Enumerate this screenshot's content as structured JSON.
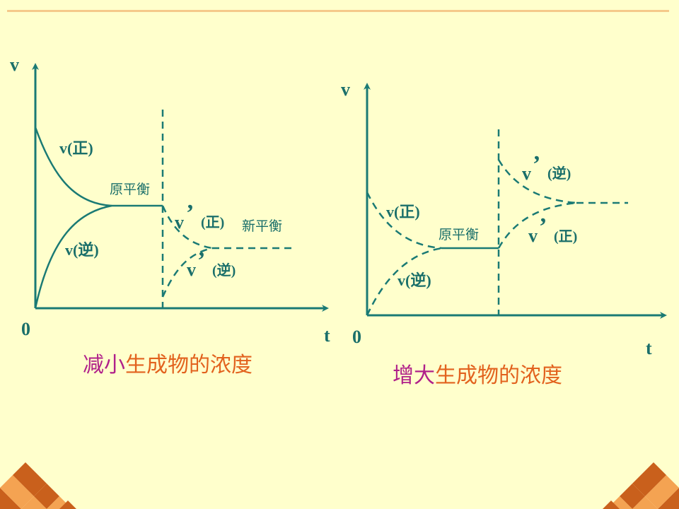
{
  "colors": {
    "background": "#FFFFCC",
    "line": "#1A7A74",
    "text": "#1A6F6A",
    "top_rule": "#F5C98A",
    "caption_magenta": "#B0208A",
    "caption_orange": "#E2621E",
    "corner_dark": "#C9601C",
    "corner_light": "#F4A352"
  },
  "left": {
    "y_axis_label": "v",
    "x_axis_label": "t",
    "origin_label": "0",
    "forward_label": "v(正)",
    "reverse_label": "v(逆)",
    "original_equilibrium": "原平衡",
    "new_forward_v": "v",
    "new_forward_mark": "’",
    "new_forward_paren": "(正)",
    "new_reverse_v": "v",
    "new_reverse_mark": "’",
    "new_reverse_paren": "(逆)",
    "new_equilibrium": "新平衡",
    "caption_part1": "减小",
    "caption_part2": "生成物的浓度"
  },
  "right": {
    "y_axis_label": "v",
    "x_axis_label": "t",
    "origin_label": "0",
    "forward_label": "v(正)",
    "reverse_label": "v(逆)",
    "original_equilibrium": "原平衡",
    "new_reverse_v": "v",
    "new_reverse_mark": "’",
    "new_reverse_paren": "(逆)",
    "new_forward_v": "v",
    "new_forward_mark": "’",
    "new_forward_paren": "(正)",
    "caption_part1": "增大",
    "caption_part2": "生成物的浓度"
  }
}
